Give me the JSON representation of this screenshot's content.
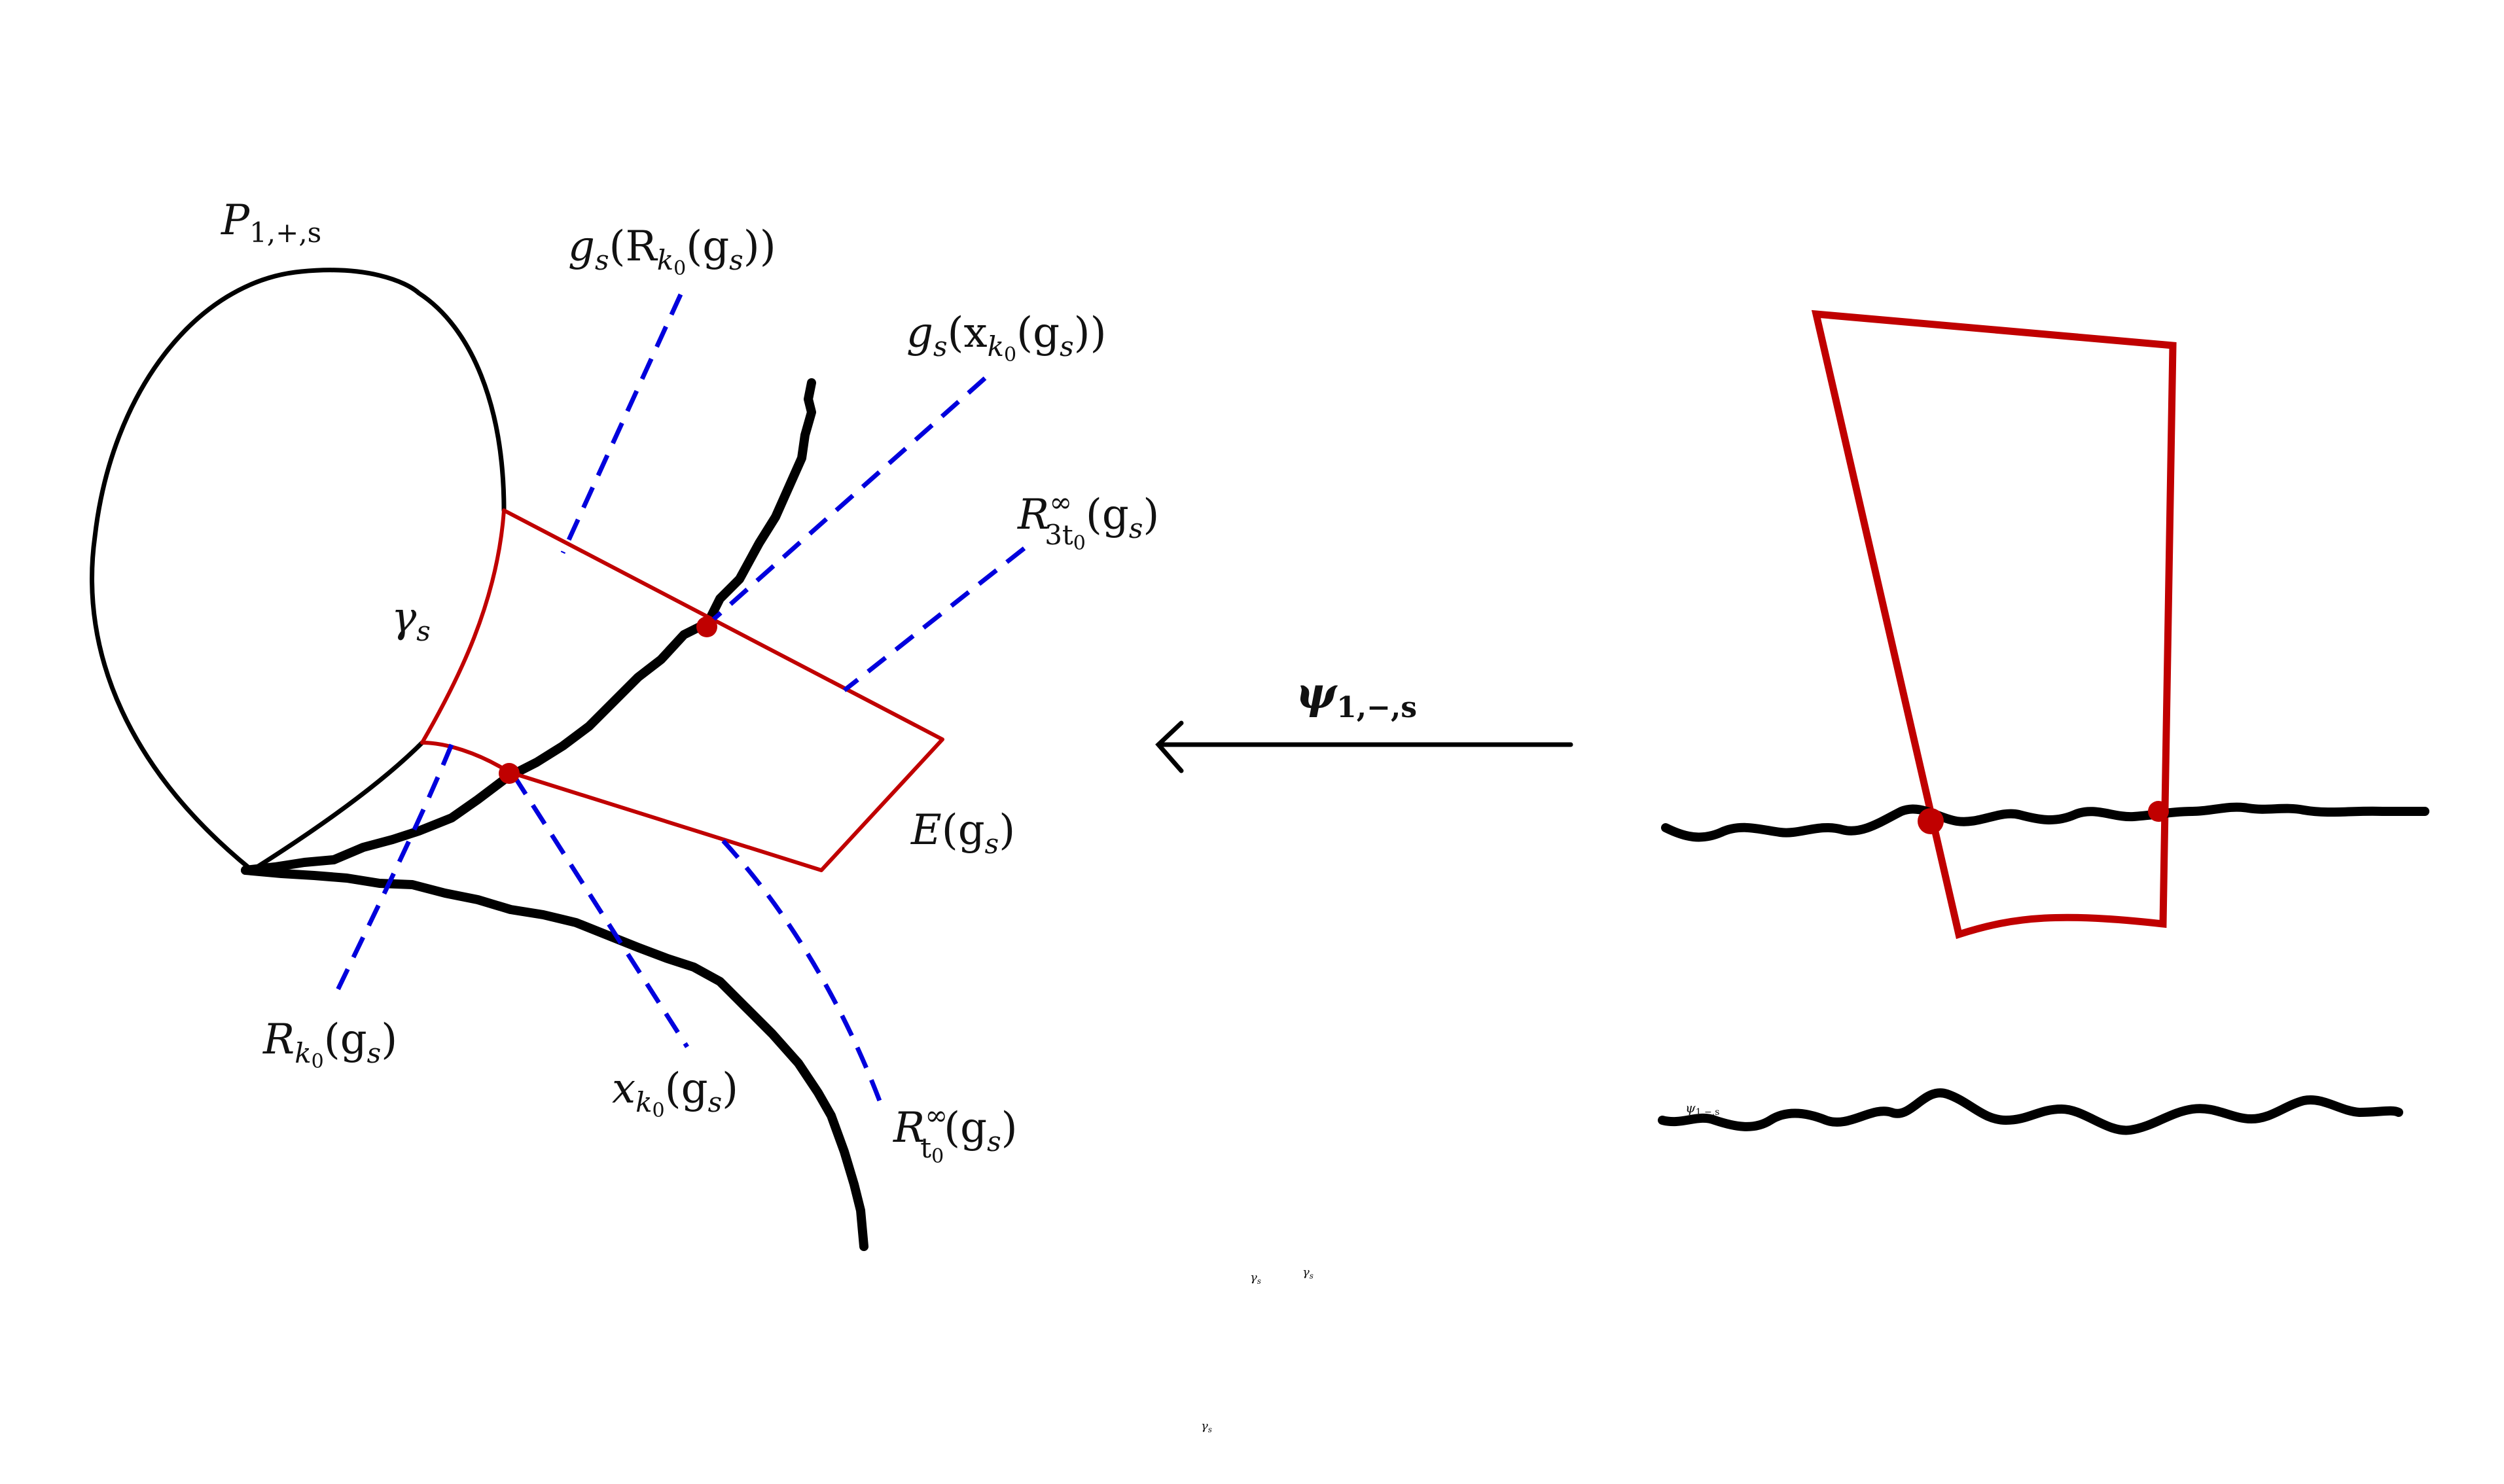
{
  "labels": {
    "P": "P",
    "P_sub": "1,+,s",
    "gRk0_g": "g",
    "gRk0_s": "s",
    "gRk0_mid": "(R",
    "gRk0_k": "k",
    "gRk0_0": "0",
    "gRk0_end": "(g",
    "gRk0_s2": "s",
    "gRk0_close": "))",
    "gxk0_g": "g",
    "gxk0_s": "s",
    "gxk0_mid": "(x",
    "gxk0_k": "k",
    "gxk0_0": "0",
    "gxk0_end": "(g",
    "gxk0_s2": "s",
    "gxk0_close": "))",
    "R3t0_R": "R",
    "R3t0_sup": "∞",
    "R3t0_sub": "3t",
    "R3t0_0": "0",
    "R3t0_end": "(g",
    "R3t0_s": "s",
    "R3t0_close": ")",
    "gamma": "γ",
    "gamma_sub": "s",
    "psi": "ψ",
    "psi_sub": "1,−,s",
    "E": "E",
    "E_end": "(g",
    "E_s": "s",
    "E_close": ")",
    "Rk0_R": "R",
    "Rk0_k": "k",
    "Rk0_0": "0",
    "Rk0_end": "(g",
    "Rk0_s": "s",
    "Rk0_close": ")",
    "xk0_x": "x",
    "xk0_k": "k",
    "xk0_0": "0",
    "xk0_end": "(g",
    "xk0_s": "s",
    "xk0_close": ")",
    "Rt0_R": "R",
    "Rt0_sup": "∞",
    "Rt0_sub": "t",
    "Rt0_0": "0",
    "Rt0_end": "(g",
    "Rt0_s": "s",
    "Rt0_close": ")",
    "tiny_psi": "ψ",
    "tiny_psi_sub": "1,−,s",
    "tiny_gamma_1": "γ",
    "tiny_gamma_1_sub": "s",
    "tiny_gamma_2": "γ",
    "tiny_gamma_2_sub": "s",
    "tiny_gamma_3": "γ",
    "tiny_gamma_3_sub": "s"
  },
  "colors": {
    "curve": "#000000",
    "region": "#c00000",
    "dashed": "#0000dd",
    "background": "#ffffff"
  }
}
